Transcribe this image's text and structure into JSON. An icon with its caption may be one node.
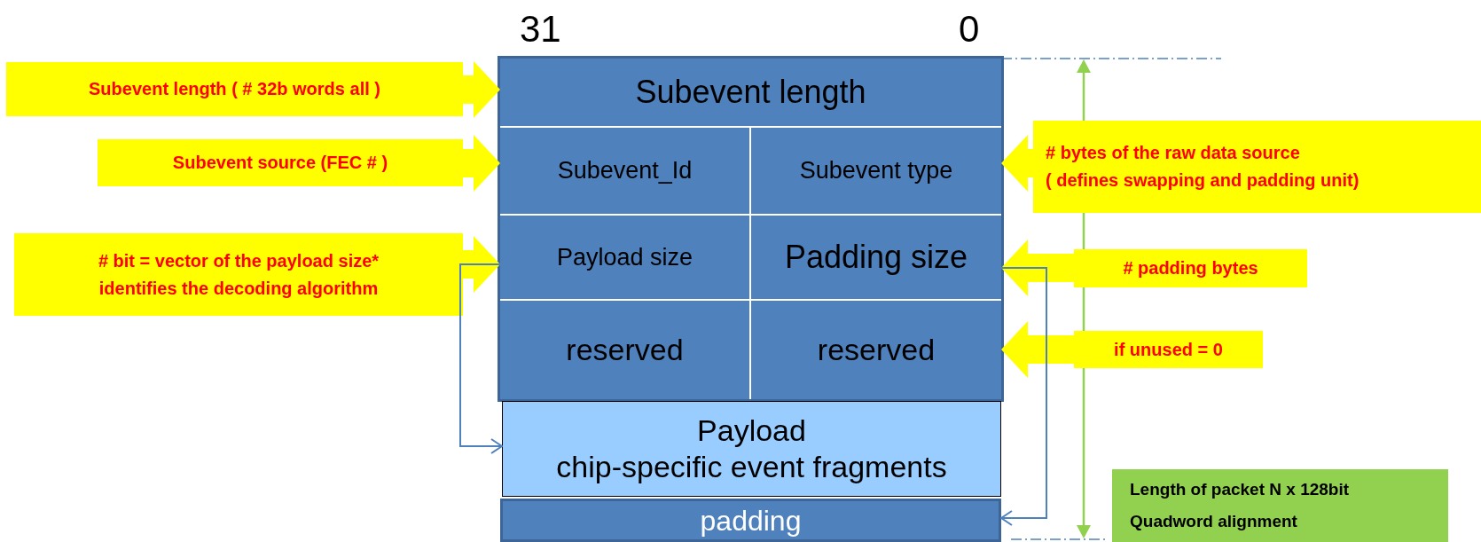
{
  "diagram": {
    "nodes": [
      {
        "text": [
          "Subevent length ( # 32b words all )"
        ]
      },
      {
        "text": [
          "Subevent length"
        ]
      },
      {
        "text": [
          "Subevent source (FEC # )"
        ]
      },
      {
        "text": [
          "Subevent_Id"
        ]
      },
      {
        "text": [
          "Subevent type"
        ]
      },
      {
        "text": [
          "# bytes of the raw data source",
          "( defines swapping and padding unit)"
        ]
      },
      {
        "text": [
          "# bit = vector of the payload size*",
          "identifies the decoding algorithm"
        ]
      },
      {
        "text": [
          "Payload size"
        ]
      },
      {
        "text": [
          "Padding size"
        ]
      },
      {
        "text": [
          "# padding bytes"
        ]
      },
      {
        "text": [
          "reserved"
        ]
      },
      {
        "text": [
          "reserved"
        ]
      },
      {
        "text": [
          "if unused = 0"
        ]
      },
      {
        "text": [
          "Payload",
          "chip-specific event fragments"
        ]
      },
      {
        "text": [
          "Length of packet N x 128bit",
          "Quadword alignment"
        ]
      },
      {
        "text": [
          "padding"
        ]
      }
    ],
    "edges": [
      {
        "from": 0,
        "to": 1,
        "arrow": "to"
      },
      {
        "from": 2,
        "to": 3,
        "arrow": "to"
      },
      {
        "from": 5,
        "to": 4,
        "arrow": "to"
      },
      {
        "from": 6,
        "to": 7,
        "arrow": "to"
      },
      {
        "from": 9,
        "to": 8,
        "arrow": "to"
      },
      {
        "from": 12,
        "to": 11,
        "arrow": "to"
      },
      {
        "from": 7,
        "to": 13,
        "arrow": "to",
        "color": "#4f81bd"
      },
      {
        "from": 8,
        "to": 15,
        "arrow": "to",
        "color": "#4f81bd"
      }
    ],
    "labels": [
      "31",
      "0"
    ]
  }
}
